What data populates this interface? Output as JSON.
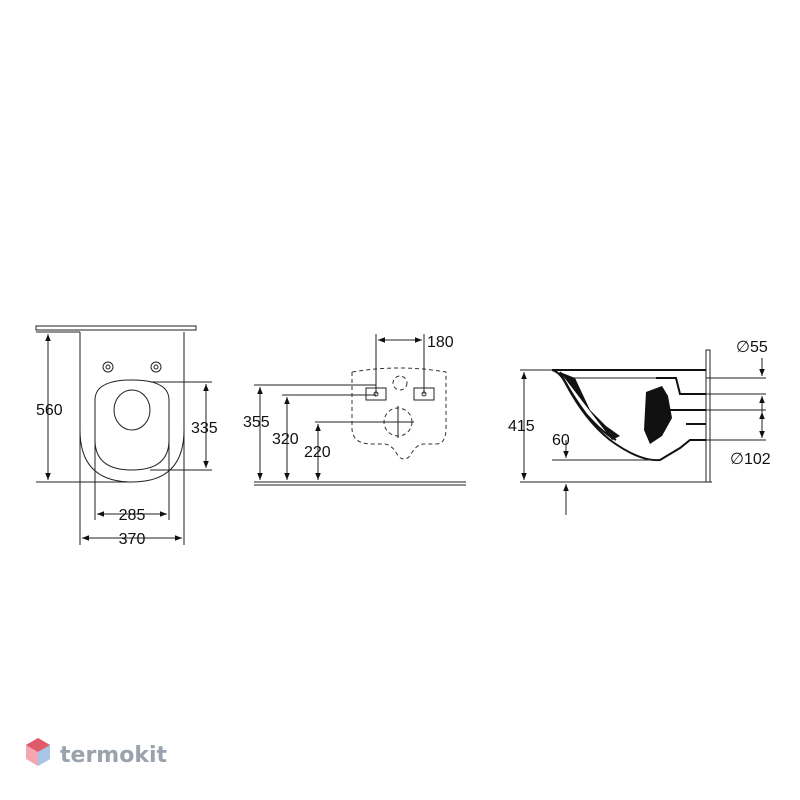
{
  "front_view": {
    "height_label": "560",
    "width_inner_label": "285",
    "width_outer_label": "370",
    "seat_height_label": "335"
  },
  "rear_view": {
    "bolt_spacing_label": "180",
    "bolt_height_label": "355",
    "inlet_height_label": "320",
    "outlet_height_label": "220"
  },
  "side_view": {
    "height_label": "415",
    "inlet_diameter_label": "∅55",
    "outlet_diameter_label": "∅102",
    "offset_label": "60"
  },
  "watermark": {
    "brand": "termokit",
    "brand_color": "#e05a6a"
  }
}
